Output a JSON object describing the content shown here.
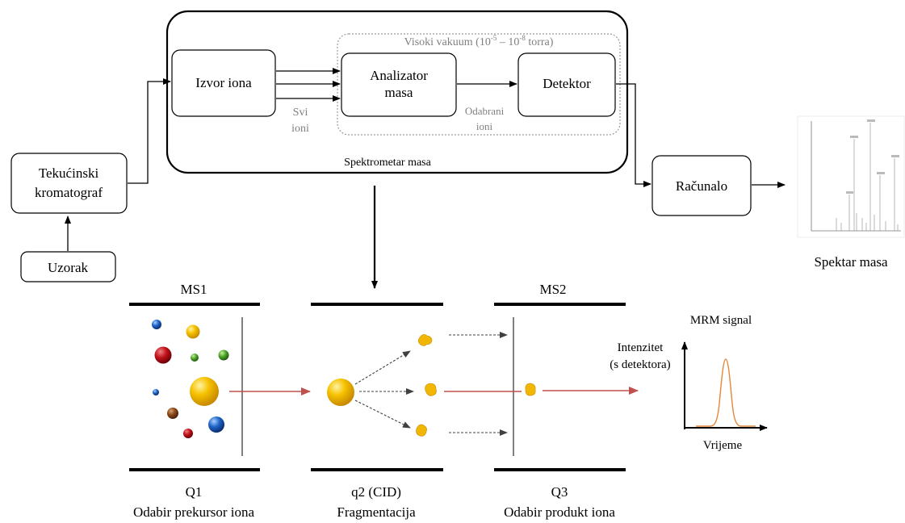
{
  "top_flow": {
    "liquid_chromatograph": {
      "line1": "Tekućinski",
      "line2": "kromatograf"
    },
    "sample": "Uzorak",
    "ion_source": "Izvor iona",
    "mass_analyzer": {
      "line1": "Analizator",
      "line2": "masa"
    },
    "detector": "Detektor",
    "computer": "Računalo",
    "all_ions": {
      "line1": "Svi",
      "line2": "ioni"
    },
    "selected_ions": {
      "line1": "Odabrani",
      "line2": "ioni"
    },
    "vacuum": {
      "prefix": "Visoki vakuum (10",
      "exp1": "-5",
      "middle": " – 10",
      "exp2": "-8",
      "suffix": " torra)"
    },
    "mass_spectrometer": "Spektrometar masa",
    "mass_spectrum": "Spektar masa"
  },
  "mrm": {
    "ms1": "MS1",
    "ms2": "MS2",
    "q1": {
      "name": "Q1",
      "desc": "Odabir prekursor iona"
    },
    "q2": {
      "name": "q2 (CID)",
      "desc": "Fragmentacija"
    },
    "q3": {
      "name": "Q3",
      "desc": "Odabir produkt iona"
    },
    "signal_title": "MRM signal",
    "intensity": {
      "line1": "Intenzitet",
      "line2": "(s detektora)"
    },
    "time": "Vrijeme"
  },
  "colors": {
    "box_stroke": "#000000",
    "vacuum_text": "#7f7f7f",
    "red_arrow": "#c0504d",
    "dashed_arrow": "#404040",
    "peak": "#e4883a",
    "gold": "#f2b705"
  }
}
